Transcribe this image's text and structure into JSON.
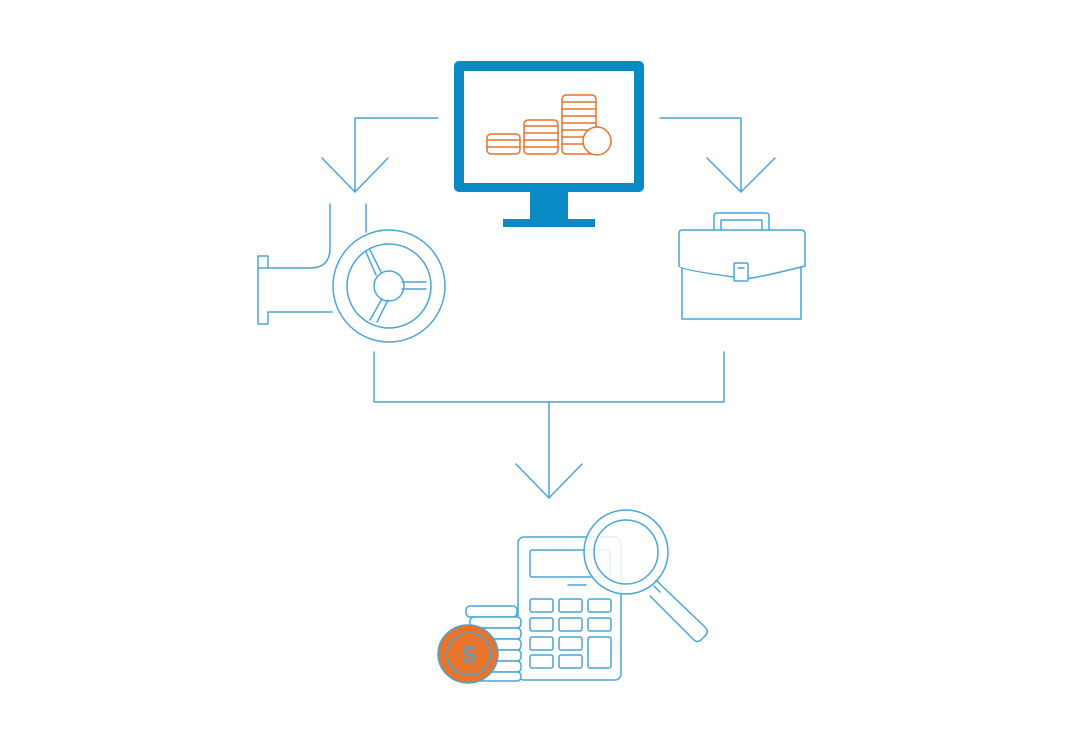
{
  "colors": {
    "primary": "#0a8ac4",
    "line": "#4aa6d6",
    "accent": "#e8732a",
    "background": "#ffffff"
  },
  "nodes": {
    "top": {
      "icon": "monitor-with-coins-icon"
    },
    "left": {
      "icon": "pipe-valve-icon"
    },
    "right": {
      "icon": "briefcase-icon"
    },
    "bottom": {
      "icon": "calculator-coins-magnifier-icon",
      "coin_symbol": "$"
    }
  },
  "edges": [
    {
      "from": "top",
      "to": "left"
    },
    {
      "from": "top",
      "to": "right"
    },
    {
      "from": "left",
      "to": "bottom"
    },
    {
      "from": "right",
      "to": "bottom"
    }
  ]
}
